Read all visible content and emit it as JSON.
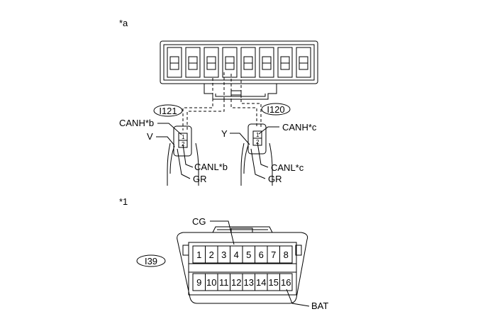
{
  "section_a": {
    "label": "*a",
    "connector_left": {
      "id": "I121",
      "pins": [
        "1",
        "2"
      ],
      "pin1_signal": "CANH*b",
      "pin2_signal": "CANL*b",
      "wire_left": "V",
      "wire_right": "GR"
    },
    "connector_right": {
      "id": "I120",
      "pins": [
        "1",
        "2"
      ],
      "pin1_signal": "CANH*c",
      "pin2_signal": "CANL*c",
      "wire_left": "Y",
      "wire_right": "GR"
    }
  },
  "section_1": {
    "label": "*1",
    "connector": {
      "id": "I39",
      "top_pins": [
        "1",
        "2",
        "3",
        "4",
        "5",
        "6",
        "7",
        "8"
      ],
      "bottom_pins": [
        "9",
        "10",
        "11",
        "12",
        "13",
        "14",
        "15",
        "16"
      ],
      "callout_top": "CG",
      "callout_bottom": "BAT"
    }
  }
}
